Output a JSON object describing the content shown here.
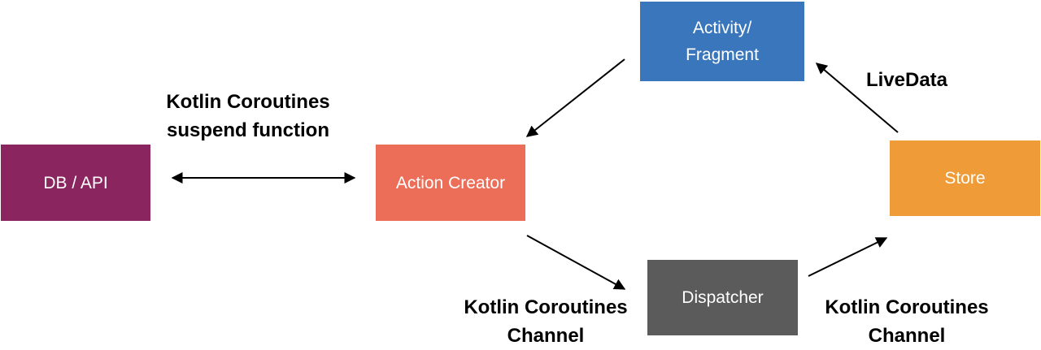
{
  "colors": {
    "db_api": "#8b2560",
    "action_creator": "#ec6e58",
    "activity_fragment": "#3a76bb",
    "store": "#ef9b37",
    "dispatcher": "#5b5b5b",
    "arrow": "#000000"
  },
  "nodes": {
    "db_api": "DB / API",
    "action_creator": "Action Creator",
    "activity_fragment": "Activity/\nFragment",
    "store": "Store",
    "dispatcher": "Dispatcher"
  },
  "edge_labels": {
    "db_action": "Kotlin Coroutines\nsuspend function",
    "store_activity": "LiveData",
    "action_dispatcher": "Kotlin Coroutines\nChannel",
    "dispatcher_store": "Kotlin Coroutines\nChannel"
  }
}
